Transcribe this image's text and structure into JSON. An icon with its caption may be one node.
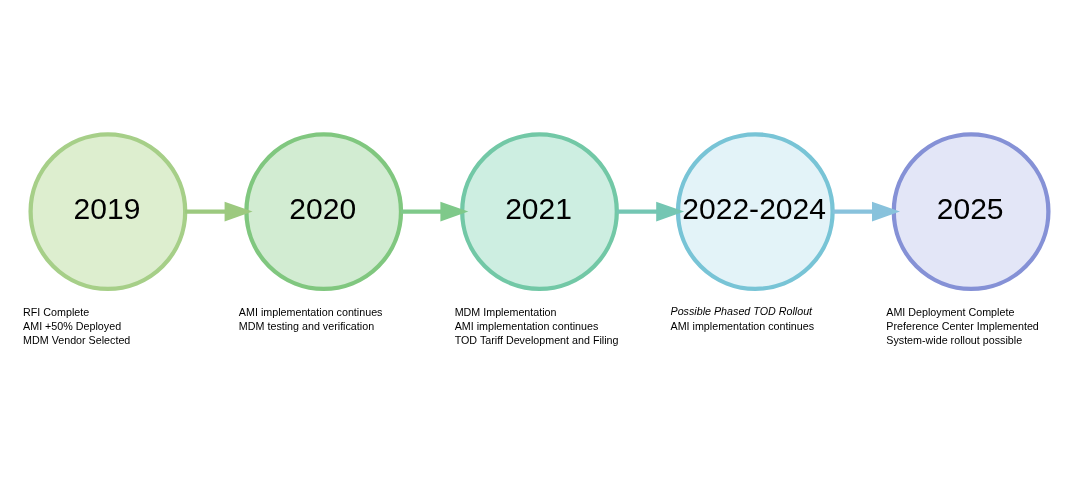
{
  "diagram": {
    "nodes": [
      {
        "text": [
          "2019"
        ],
        "beside": [
          "RFI Complete",
          "AMI +50% Deployed",
          "MDM Vendor Selected"
        ]
      },
      {
        "text": [
          "2020"
        ],
        "beside": [
          "AMI implementation continues",
          "MDM testing and verification"
        ]
      },
      {
        "text": [
          "2021"
        ],
        "beside": [
          "MDM Implementation",
          "AMI implementation continues",
          "TOD Tariff Development and Filing"
        ]
      },
      {
        "text": [
          "2022-2024"
        ],
        "beside": [
          "*Possible Phased TOD Rollout*",
          "AMI implementation continues"
        ]
      },
      {
        "text": [
          "2025"
        ],
        "beside": [
          "AMI Deployment Complete",
          "Preference Center Implemented",
          "System-wide rollout possible"
        ]
      }
    ],
    "edges": [
      {
        "from": 0,
        "to": 1,
        "arrow": "to",
        "color": "#9cc97f"
      },
      {
        "from": 1,
        "to": 2,
        "arrow": "to",
        "color": "#7fc98a"
      },
      {
        "from": 2,
        "to": 3,
        "arrow": "to",
        "color": "#74c6b3"
      },
      {
        "from": 3,
        "to": 4,
        "arrow": "to",
        "color": "#88c2dc"
      }
    ]
  }
}
